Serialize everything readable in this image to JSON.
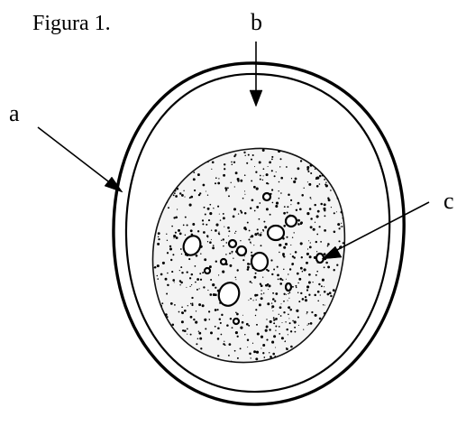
{
  "figure": {
    "title": "Figura 1.",
    "labels": {
      "a": "a",
      "b": "b",
      "c": "c"
    },
    "colors": {
      "ink": "#000000",
      "cytoplasm": "#ffffff",
      "nucleus_fill": "#f3f3f3"
    }
  }
}
